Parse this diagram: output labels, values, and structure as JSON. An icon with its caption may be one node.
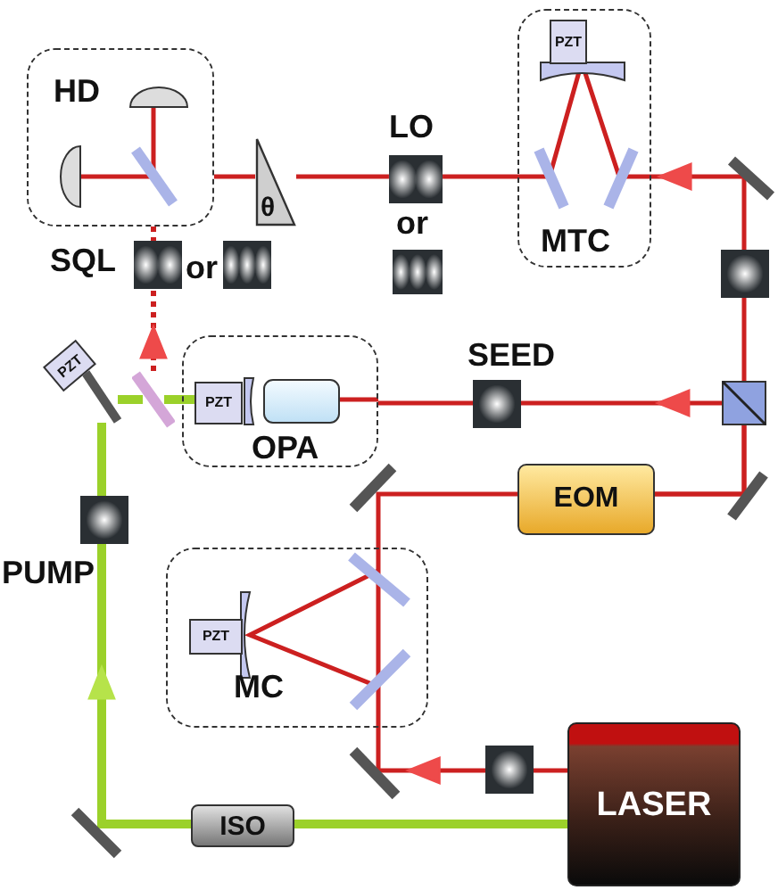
{
  "diagram": {
    "nodes": [
      {
        "text": [
          "HD"
        ]
      },
      {
        "text": [
          "MTC"
        ]
      },
      {
        "text": [
          "OPA"
        ]
      },
      {
        "text": [
          "MC"
        ]
      },
      {
        "text": [
          "EOM"
        ]
      },
      {
        "text": [
          "ISO"
        ]
      },
      {
        "text": [
          "LASER"
        ]
      },
      {
        "text": [
          "PZT"
        ],
        "in": 1
      },
      {
        "text": [
          "PZT"
        ],
        "in": 2
      },
      {
        "text": [
          "PZT"
        ],
        "in": 3
      },
      {
        "text": [
          "PZT"
        ]
      },
      {
        "text": [
          "θ"
        ]
      },
      {
        "text": [],
        "shape": "mirror"
      }
    ],
    "edges": [
      {
        "from": 6,
        "to": 5,
        "arrow": "none",
        "style": "thick",
        "color": "#9bd12a"
      },
      {
        "from": 5,
        "to": 10,
        "arrow": "to",
        "style": "thick",
        "color": "#9bd12a"
      },
      {
        "from": 10,
        "to": 12,
        "arrow": "none",
        "style": "thick",
        "color": "#9bd12a"
      },
      {
        "from": 12,
        "to": 2,
        "arrow": "none",
        "style": "thick",
        "color": "#9bd12a"
      },
      {
        "from": 12,
        "to": 0,
        "arrow": "to",
        "style": "dashed"
      },
      {
        "from": 6,
        "to": 3,
        "arrow": "to"
      },
      {
        "from": 3,
        "to": 4,
        "arrow": "none"
      },
      {
        "from": 4,
        "to": 2,
        "arrow": "to"
      },
      {
        "from": 4,
        "to": 7,
        "arrow": "to"
      },
      {
        "from": 7,
        "to": 11,
        "arrow": "none"
      },
      {
        "from": 11,
        "to": 0,
        "arrow": "none"
      }
    ],
    "labels": [
      "SQL",
      "or",
      "LO",
      "or",
      "SEED",
      "PUMP"
    ]
  }
}
